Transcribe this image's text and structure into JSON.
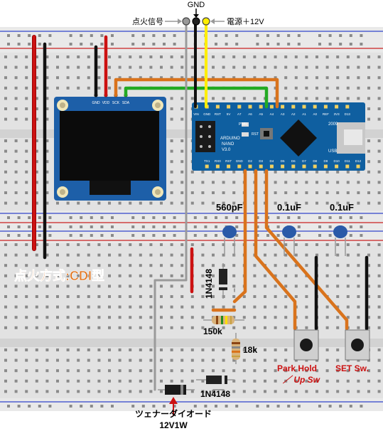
{
  "connector": {
    "gnd_label": "GND",
    "ignition_label": "点火信号",
    "power_label": "電源＋12V"
  },
  "oled": {
    "pins": [
      "GND",
      "VDD",
      "SCK",
      "SDA"
    ]
  },
  "nano": {
    "top_pins": [
      "D12",
      "D11",
      "D10",
      "D9",
      "D8",
      "D7",
      "D6",
      "D5",
      "D4",
      "D3",
      "D2",
      "GND",
      "RST",
      "RX0",
      "TX1"
    ],
    "bottom_pins": [
      "VIN",
      "GND",
      "RST",
      "5V",
      "A7",
      "A6",
      "A5",
      "A4",
      "A3",
      "A2",
      "A1",
      "A0",
      "REF",
      "3V3",
      "D13"
    ],
    "brand_lines": [
      "ARDUINO",
      "NANO",
      "V3.0"
    ],
    "usb_label": "USB",
    "year": "2009",
    "chip_labels": [
      "PWR",
      "RST"
    ]
  },
  "components": {
    "cap1": "560pF",
    "cap2": "0.1uF",
    "cap3": "0.1uF",
    "diode1": "1N4148",
    "resistor1": "150k",
    "resistor2": "18k",
    "diode2": "1N4148",
    "zener_line1": "ツェナーダイオード",
    "zener_line2": "12V1W"
  },
  "switches": {
    "sw1_line1": "Park Hold",
    "sw1_line2": "／ Up Sw",
    "sw2": "SET Sw."
  },
  "title": "点火方式:CDI型",
  "colors": {
    "wire_red": "#cc1111",
    "wire_black": "#111111",
    "wire_orange": "#d9731c",
    "wire_green": "#22aa22",
    "wire_yellow": "#ffee00",
    "wire_gray": "#9a9a9a",
    "board_blue": "#0f5fa0",
    "title_orange": "#e0731c",
    "switch_label": "#cc1111"
  }
}
